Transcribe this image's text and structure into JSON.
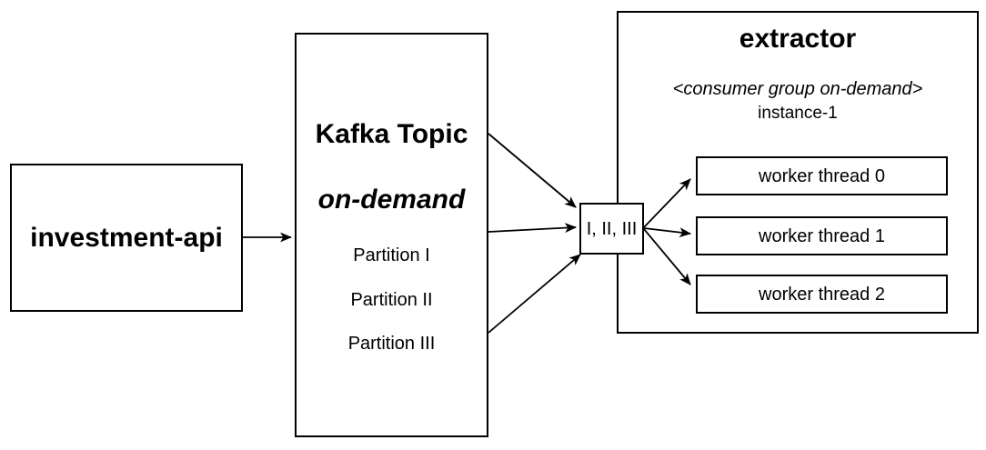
{
  "diagram": {
    "investment_api": {
      "label": "investment-api"
    },
    "kafka_topic": {
      "title": "Kafka Topic",
      "subtitle": "on-demand",
      "partitions": [
        "Partition I",
        "Partition II",
        "Partition III"
      ]
    },
    "merge_node": {
      "label": "I, II, III"
    },
    "extractor": {
      "title": "extractor",
      "consumer_group": "<consumer group on-demand>",
      "instance": "instance-1",
      "workers": [
        "worker thread 0",
        "worker thread 1",
        "worker thread 2"
      ]
    },
    "colors": {
      "stroke": "#000000",
      "background": "#ffffff"
    }
  }
}
